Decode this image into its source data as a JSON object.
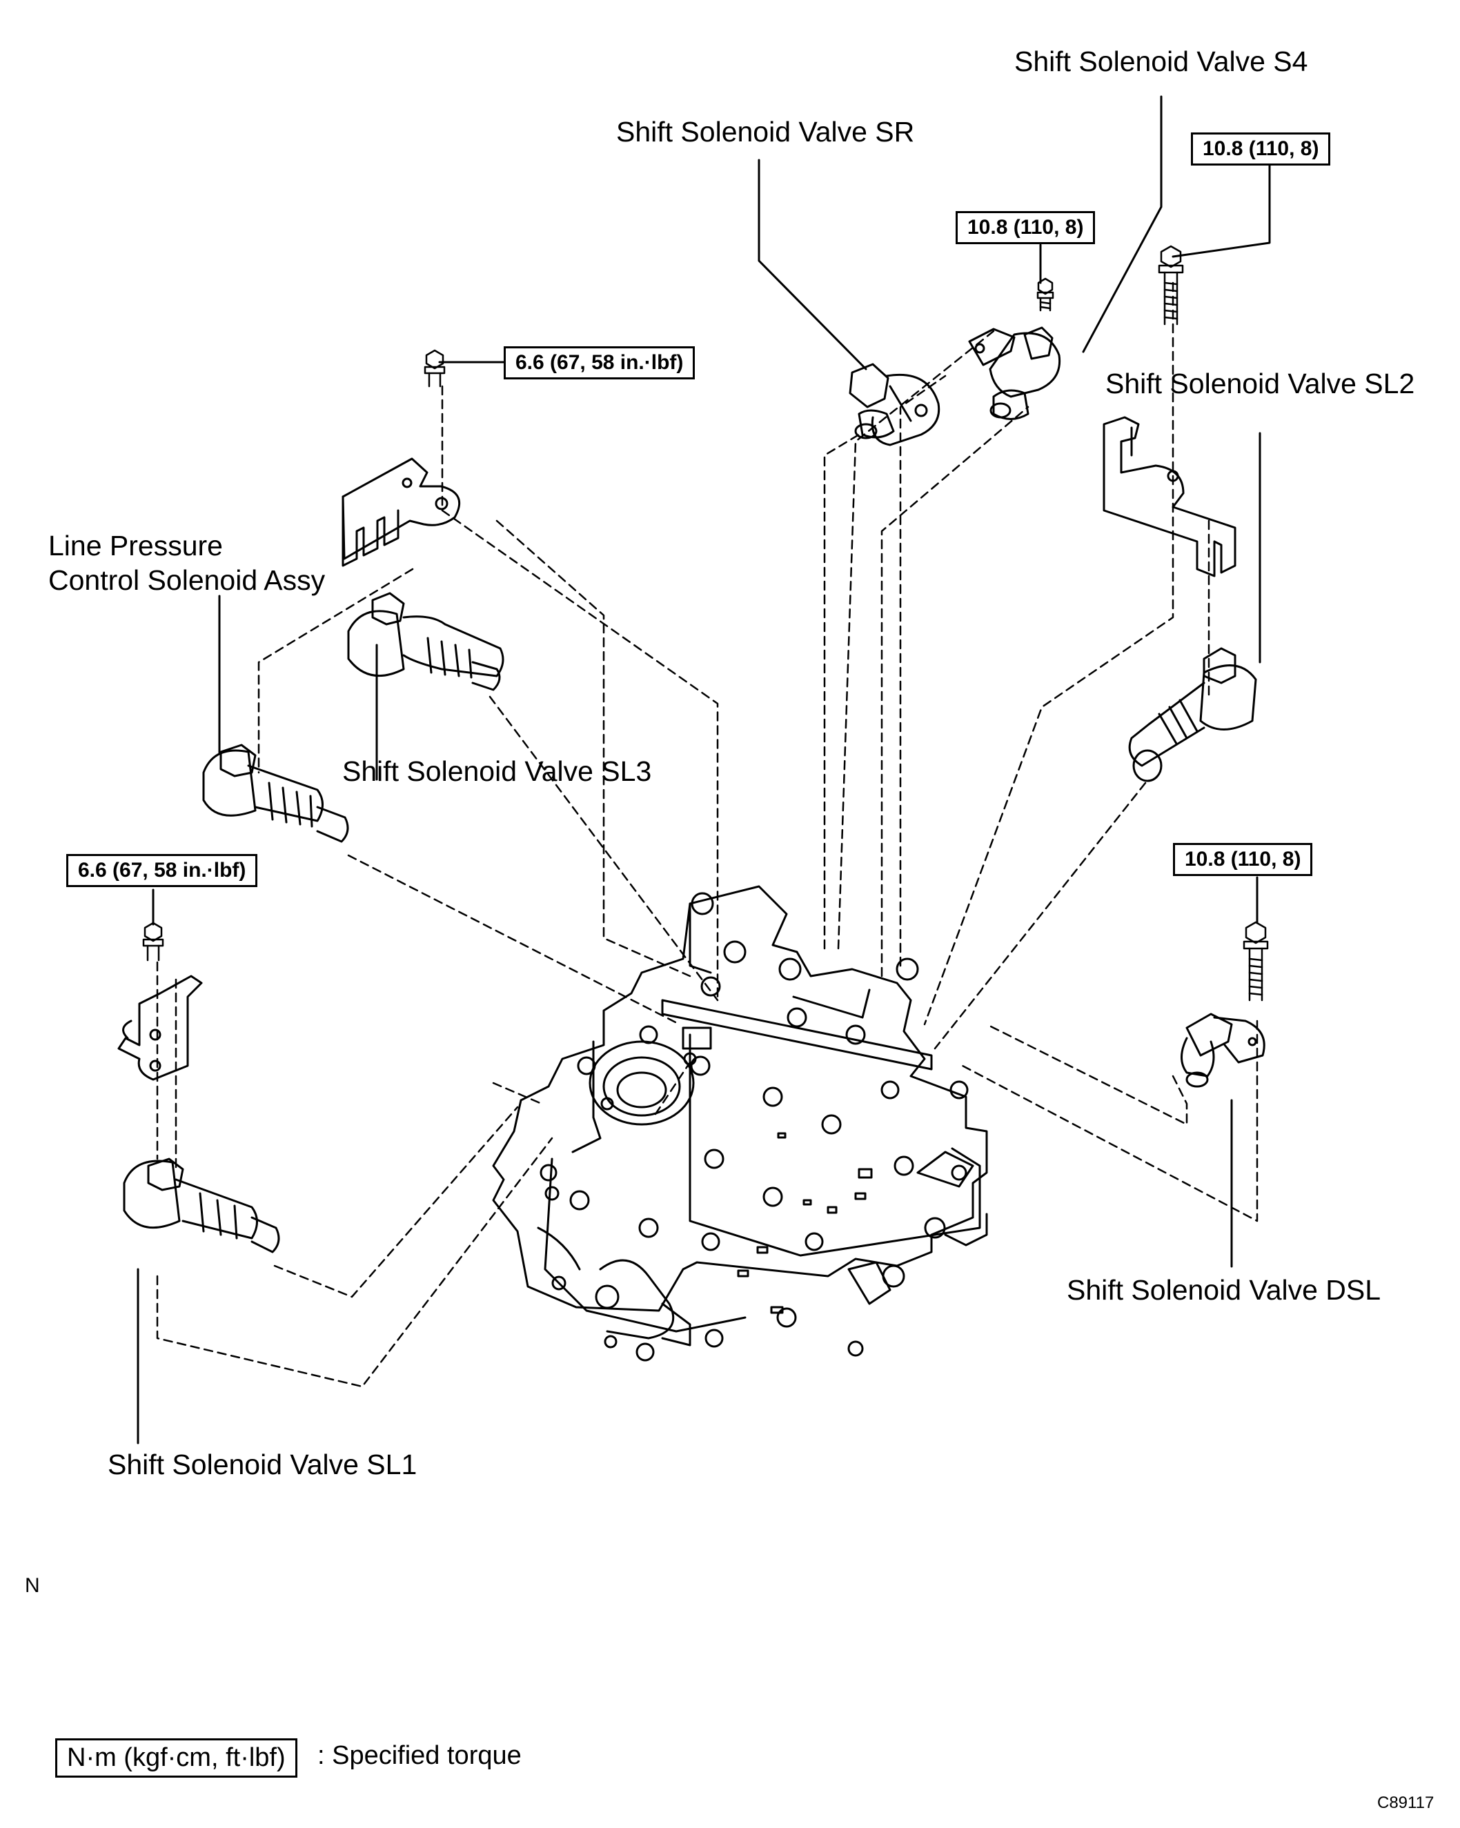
{
  "labels": {
    "s4": "Shift Solenoid Valve S4",
    "sr": "Shift Solenoid Valve SR",
    "sl2": "Shift Solenoid Valve SL2",
    "line_pressure_1": "Line Pressure",
    "line_pressure_2": "Control Solenoid Assy",
    "sl3": "Shift Solenoid Valve SL3",
    "sl1": "Shift Solenoid Valve SL1",
    "dsl": "Shift Solenoid Valve DSL"
  },
  "torques": {
    "s4_bolt": "10.8 (110, 8)",
    "sr_bolt": "10.8 (110, 8)",
    "upper_left_bracket": "6.6 (67, 58 in.·lbf)",
    "lower_left_bracket": "6.6 (67, 58 in.·lbf)",
    "dsl_bolt": "10.8 (110, 8)"
  },
  "legend": {
    "unit": "N·m (kgf·cm, ft·lbf)",
    "meaning": ": Specified torque"
  },
  "marker": "N",
  "figure_code": "C89117",
  "colors": {
    "line": "#000000",
    "background": "#ffffff"
  }
}
